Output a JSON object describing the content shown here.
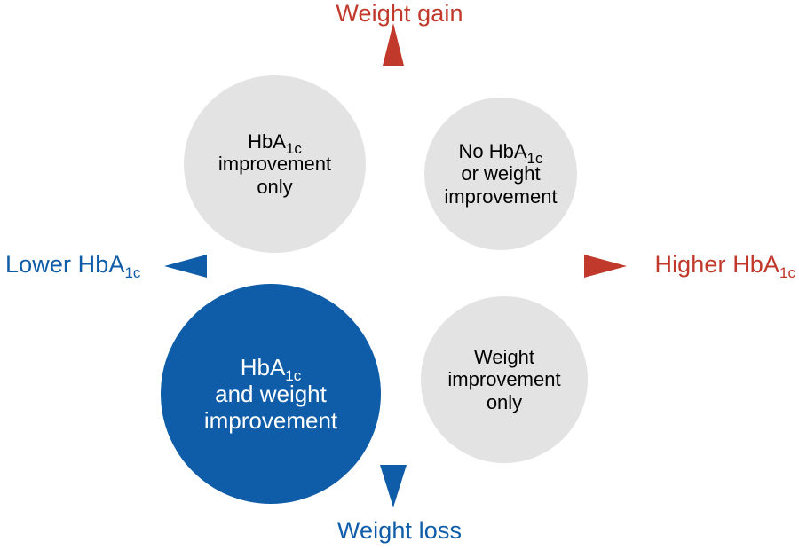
{
  "diagram": {
    "title_present": false,
    "type": "quadrant-bubble-diagram",
    "colors": {
      "red": "#c0392b",
      "blue": "#0f5da8",
      "gray_bubble": "#e3e3e3",
      "text_dark": "#000000",
      "text_light": "#ffffff",
      "background": "#ffffff"
    },
    "axes": {
      "vertical": {
        "top_label": "Weight gain",
        "bottom_label": "Weight loss",
        "top_color": "#c0392b",
        "bottom_color": "#0f5da8",
        "top_arrow": "arrow-up",
        "bottom_arrow": "arrow-down"
      },
      "horizontal": {
        "left_label_main": "Lower HbA",
        "left_label_sub": "1c",
        "right_label_main": "Higher HbA",
        "right_label_sub": "1c",
        "left_color": "#0f5da8",
        "right_color": "#c0392b",
        "left_arrow": "arrow-left",
        "right_arrow": "arrow-right"
      }
    },
    "bubbles": [
      {
        "id": "hba1c-only",
        "quadrant": "upper-left",
        "fill": "#e3e3e3",
        "text_color": "#000000",
        "lines": [
          "HbA1c",
          "improvement",
          "only"
        ],
        "line1_main": "HbA",
        "line1_sub": "1c",
        "line2": "improvement",
        "line3": "only"
      },
      {
        "id": "no-improvement",
        "quadrant": "upper-right",
        "fill": "#e3e3e3",
        "text_color": "#000000",
        "lines": [
          "No HbA1c",
          "or weight",
          "improvement"
        ],
        "line1_main": "No HbA",
        "line1_sub": "1c",
        "line2": "or weight",
        "line3": "improvement"
      },
      {
        "id": "both-improvement",
        "quadrant": "lower-left",
        "fill": "#0f5da8",
        "text_color": "#ffffff",
        "lines": [
          "HbA1c",
          "and weight",
          "improvement"
        ],
        "line1_main": "HbA",
        "line1_sub": "1c",
        "line2": "and weight",
        "line3": "improvement"
      },
      {
        "id": "weight-only",
        "quadrant": "lower-right",
        "fill": "#e3e3e3",
        "text_color": "#000000",
        "lines": [
          "Weight",
          "improvement",
          "only"
        ],
        "line1_main": "Weight",
        "line1_sub": "",
        "line2": "improvement",
        "line3": "only"
      }
    ]
  }
}
